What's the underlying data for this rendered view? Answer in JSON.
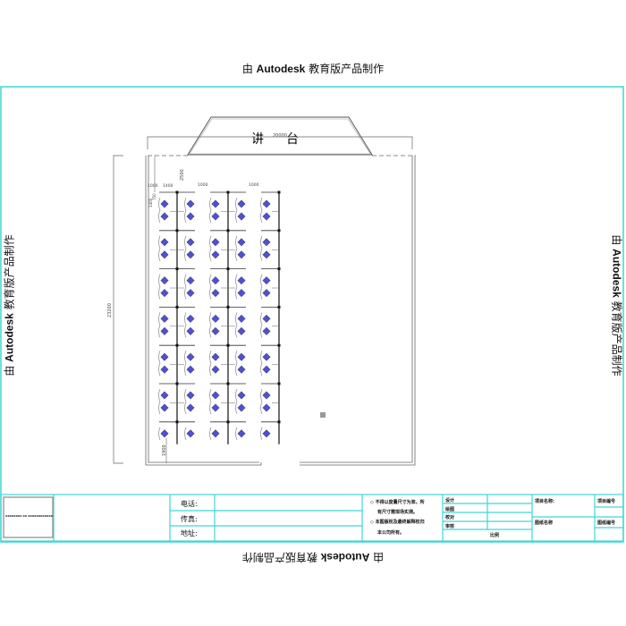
{
  "watermark": {
    "prefix": "由 ",
    "brand": "Autodesk",
    "suffix": " 教育版产品制作"
  },
  "plan": {
    "stage_label_1": "讲",
    "stage_label_2": "台",
    "dim_width": "20000",
    "dim_depth": "23200",
    "dim_front": "2500",
    "dim_left_margin": "1000",
    "dim_desk": "1400",
    "dim_aisle_1": "1000",
    "dim_aisle_2": "1000",
    "dim_seat": "1400",
    "dim_seat2": "750",
    "dim_back": "1900",
    "rows": 7,
    "columns": 5
  },
  "title_block": {
    "logo_text": "XXXXXXXX XX XXXXXXXXXXXX",
    "phone_label": "电话:",
    "fax_label": "传真:",
    "address_label": "地址:",
    "note_1a": "◇ 不得以度量尺寸为准，所",
    "note_1b": "有尺寸需现场实测。",
    "note_2a": "◇ 本图版权及最终解释权归",
    "note_2b": "本公司所有。",
    "design_label": "设计",
    "drawing_label": "绘图",
    "check_label": "校对",
    "review_label": "审核",
    "scale_label": "比例",
    "project_name_label": "项目名称:",
    "project_no_label": "项目编号",
    "drawing_name_label": "图纸名称",
    "drawing_no_label": "图纸编号"
  },
  "colors": {
    "frame": "#3fd6d6",
    "chair": "#5050d0"
  }
}
